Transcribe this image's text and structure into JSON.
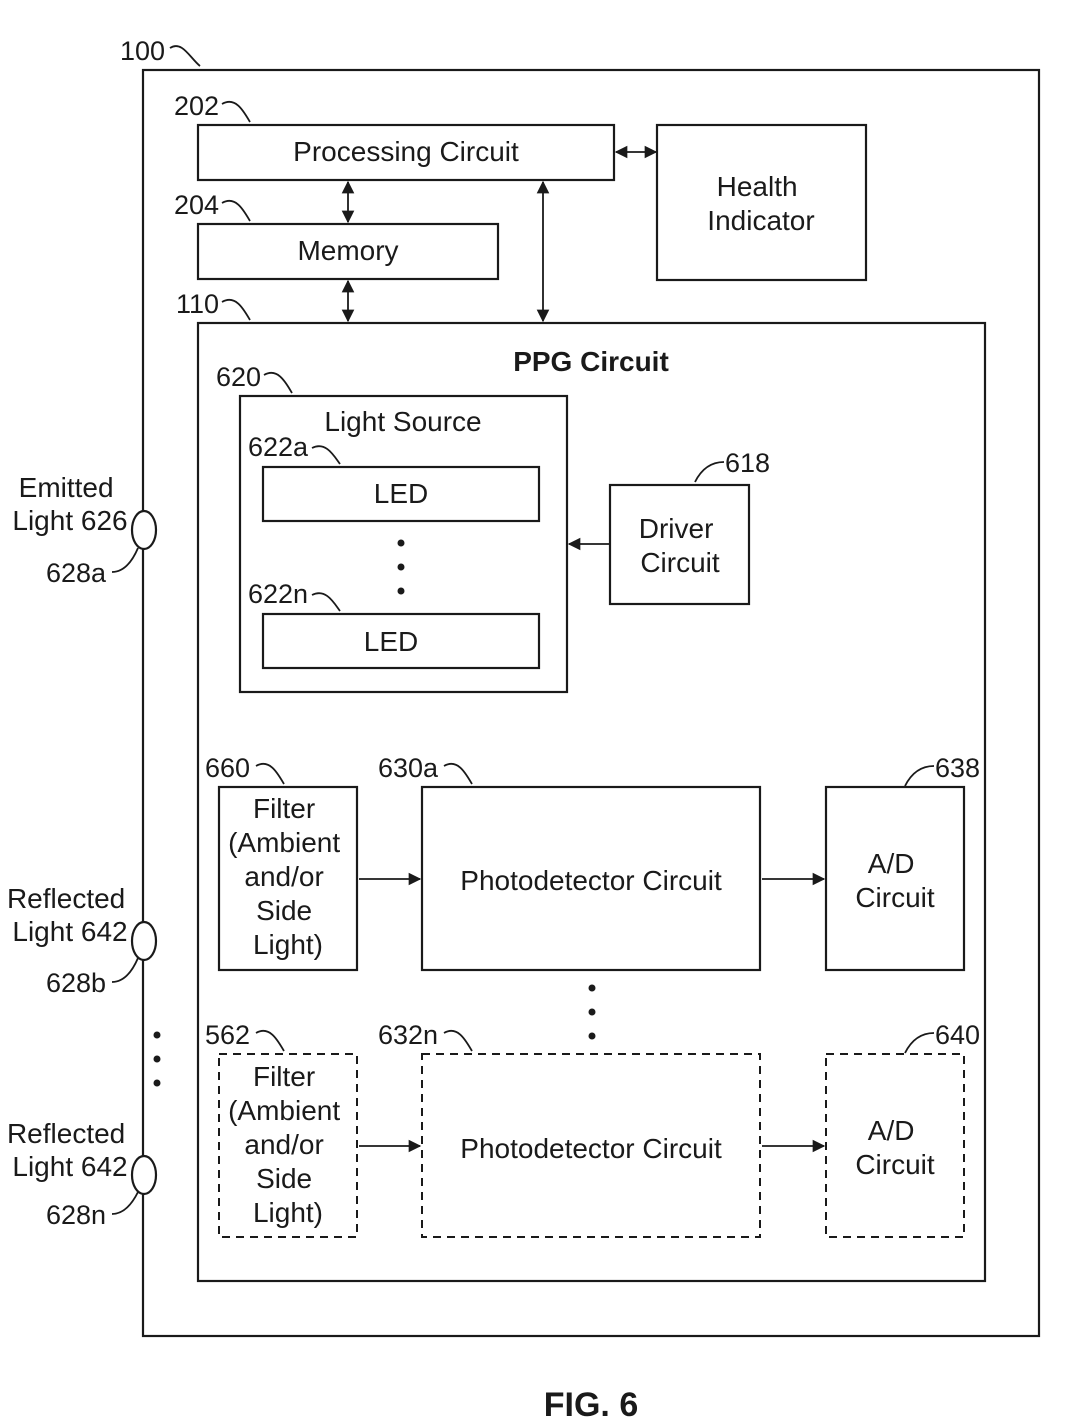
{
  "refs": {
    "device": "100",
    "processing": "202",
    "memory": "204",
    "ppg": "110",
    "light_source": "620",
    "led_a": "622a",
    "led_n": "622n",
    "driver": "618",
    "filter_a": "660",
    "pd_a": "630a",
    "ad_a": "638",
    "filter_n": "562",
    "pd_n": "632n",
    "ad_n": "640",
    "port_a": "628a",
    "port_b": "628b",
    "port_n": "628n"
  },
  "blocks": {
    "processing_circuit": "Processing Circuit",
    "memory": "Memory",
    "health_indicator": [
      "Health",
      "Indicator"
    ],
    "ppg_circuit": "PPG Circuit",
    "light_source": "Light Source",
    "led_top": "LED",
    "led_bottom": "LED",
    "driver_circuit": [
      "Driver",
      "Circuit"
    ],
    "filter_top": [
      "Filter",
      "(Ambient",
      "and/or",
      "Side",
      "Light)"
    ],
    "filter_bottom": [
      "Filter",
      "(Ambient",
      "and/or",
      "Side",
      "Light)"
    ],
    "photodetector_top": "Photodetector Circuit",
    "photodetector_bottom": "Photodetector Circuit",
    "ad_top": [
      "A/D",
      "Circuit"
    ],
    "ad_bottom": [
      "A/D",
      "Circuit"
    ]
  },
  "external": {
    "emitted": [
      "Emitted",
      "Light 626"
    ],
    "reflected_b": [
      "Reflected",
      "Light 642"
    ],
    "reflected_n": [
      "Reflected",
      "Light 642"
    ]
  },
  "figure_label": "FIG. 6"
}
